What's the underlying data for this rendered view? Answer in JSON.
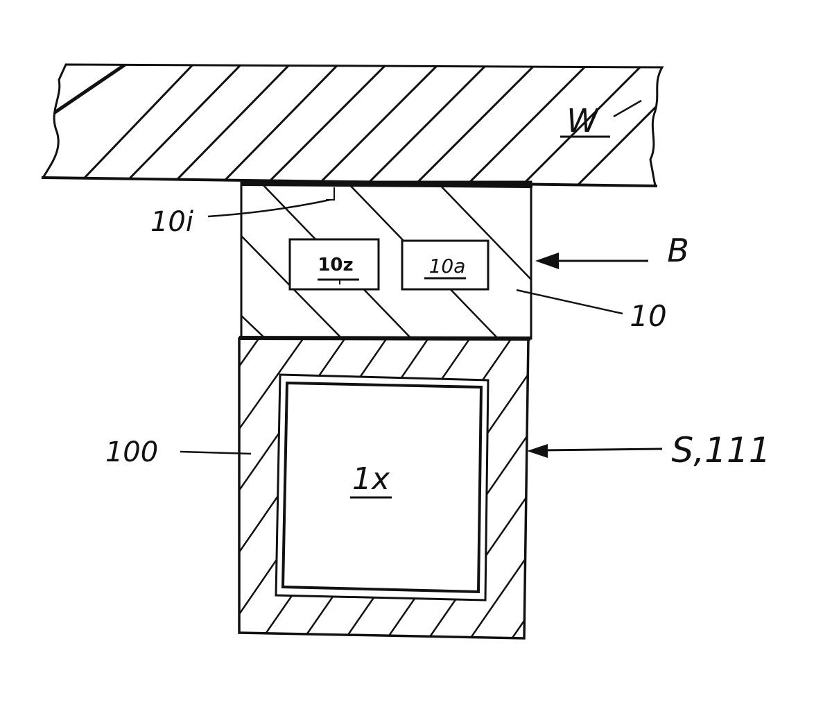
{
  "labels": {
    "wall": "W",
    "inner_surface": "10i",
    "box_z": "10z",
    "box_a": "10a",
    "arrow_b": "B",
    "body_10": "10",
    "frame_100": "100",
    "center_1x": "1x",
    "arrow_s": "S,111"
  },
  "colors": {
    "ink": "#111111",
    "paper": "#ffffff"
  }
}
